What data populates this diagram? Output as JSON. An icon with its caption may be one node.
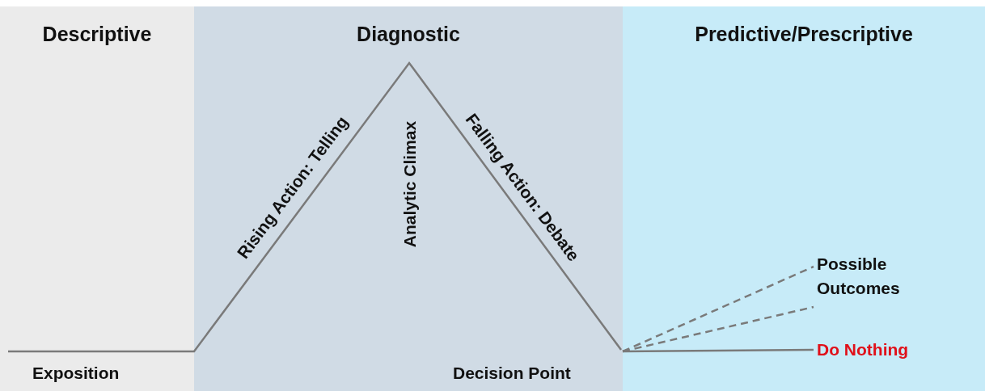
{
  "diagram": {
    "nodes": [
      {
        "text": [
          "Descriptive"
        ]
      },
      {
        "text": [
          "Diagnostic"
        ]
      },
      {
        "text": [
          "Predictive/Prescriptive"
        ]
      },
      {
        "text": [
          "Possible Outcomes"
        ],
        "in": 2
      },
      {
        "text": [
          "Do Nothing"
        ],
        "in": 2
      }
    ],
    "edges": [
      {
        "from": null,
        "to": 3,
        "arrow": "none",
        "style": "dashed"
      },
      {
        "from": null,
        "to": 3,
        "arrow": "none",
        "style": "dashed"
      },
      {
        "from": null,
        "to": 4,
        "arrow": "none"
      }
    ],
    "labels": [
      "Exposition",
      "Rising Action: Telling",
      "Analytic Climax",
      "Falling Action: Debate",
      "Decision Point"
    ]
  }
}
